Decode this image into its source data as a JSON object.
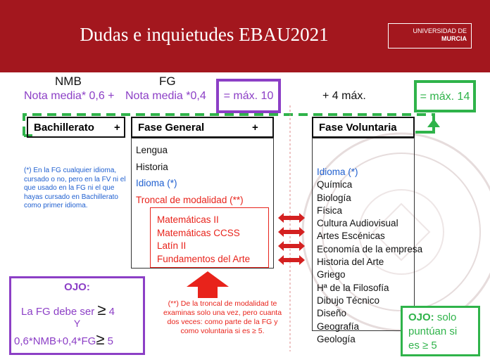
{
  "header": {
    "title": "Dudas e inquietudes EBAU2021",
    "logo_line1": "UNIVERSIDAD DE",
    "logo_line2": "MURCIA",
    "bg": "#a3171e"
  },
  "formula": {
    "nmb_label": "NMB",
    "fg_label": "FG",
    "part1": "Nota media* 0,6 +",
    "part2": "Nota media *0,4",
    "max10": "= máx. 10",
    "plus4": "+ 4 máx.",
    "max14": "= máx. 14"
  },
  "row": {
    "bachillerato": "Bachillerato",
    "plus1": "+",
    "fase_general": "Fase General",
    "plus2": "+",
    "fase_voluntaria": "Fase Voluntaria"
  },
  "fase_general": {
    "items": [
      "Lengua",
      "Historia",
      "Idioma (*)",
      "Troncal de modalidad (**)"
    ],
    "troncal": [
      "Matemáticas II",
      "Matemáticas CCSS",
      "Latín II",
      "Fundamentos del Arte"
    ]
  },
  "fase_voluntaria": {
    "items": [
      "Idioma (*)",
      "Química",
      "Biología",
      "Física",
      "Cultura Audiovisual",
      "Artes Escénicas",
      "Economía de la empresa",
      "Historia del Arte",
      "Griego",
      "Hª de la Filosofía",
      "Dibujo Técnico",
      "Diseño",
      "Geografía",
      "Geología"
    ]
  },
  "note_idioma": "(*) En la FG cualquier idioma, cursado o no, pero en la FV ni el que usado en la FG ni el que hayas cursado en Bachillerato como primer idioma.",
  "note_troncal": "(**) De la troncal de modalidad te examinas solo una vez, pero cuanta dos veces: como parte de la FG y como voluntaria si es ≥ 5.",
  "ojo_left": {
    "title": "OJO:",
    "line1": "La FG debe ser",
    "sym1": "≥",
    "val1": "4",
    "line2": "Y",
    "line3": "0,6*NMB+0,4*FG",
    "sym2": "≥",
    "val2": "5"
  },
  "ojo_right": {
    "title": "OJO:",
    "rest1": "solo",
    "line2": "puntúan si",
    "line3": "es ≥ 5"
  },
  "colors": {
    "purple": "#8c3fc6",
    "green": "#2fb34a",
    "red": "#e8231b",
    "blue": "#2060d0"
  }
}
